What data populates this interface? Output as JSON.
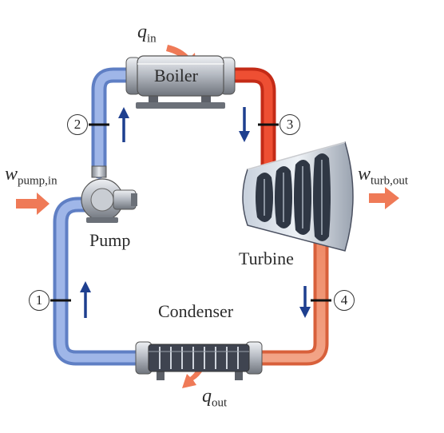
{
  "components": {
    "boiler": "Boiler",
    "turbine": "Turbine",
    "condenser": "Condenser",
    "pump": "Pump"
  },
  "energy": {
    "q_in": {
      "symbol": "q",
      "subscript": "in"
    },
    "q_out": {
      "symbol": "q",
      "subscript": "out"
    },
    "w_pump": {
      "symbol": "w",
      "subscript": "pump,in"
    },
    "w_turb": {
      "symbol": "w",
      "subscript": "turb,out"
    }
  },
  "states": [
    "1",
    "2",
    "3",
    "4"
  ],
  "colors": {
    "cold_pipe": "#7d9ddb",
    "hot_pipe": "#e3452c",
    "warm_pipe": "#ef8a66",
    "flow_arrow": "#1e3f8f",
    "energy_arrow": "#ef7a57",
    "metal": "#a9adb4"
  }
}
